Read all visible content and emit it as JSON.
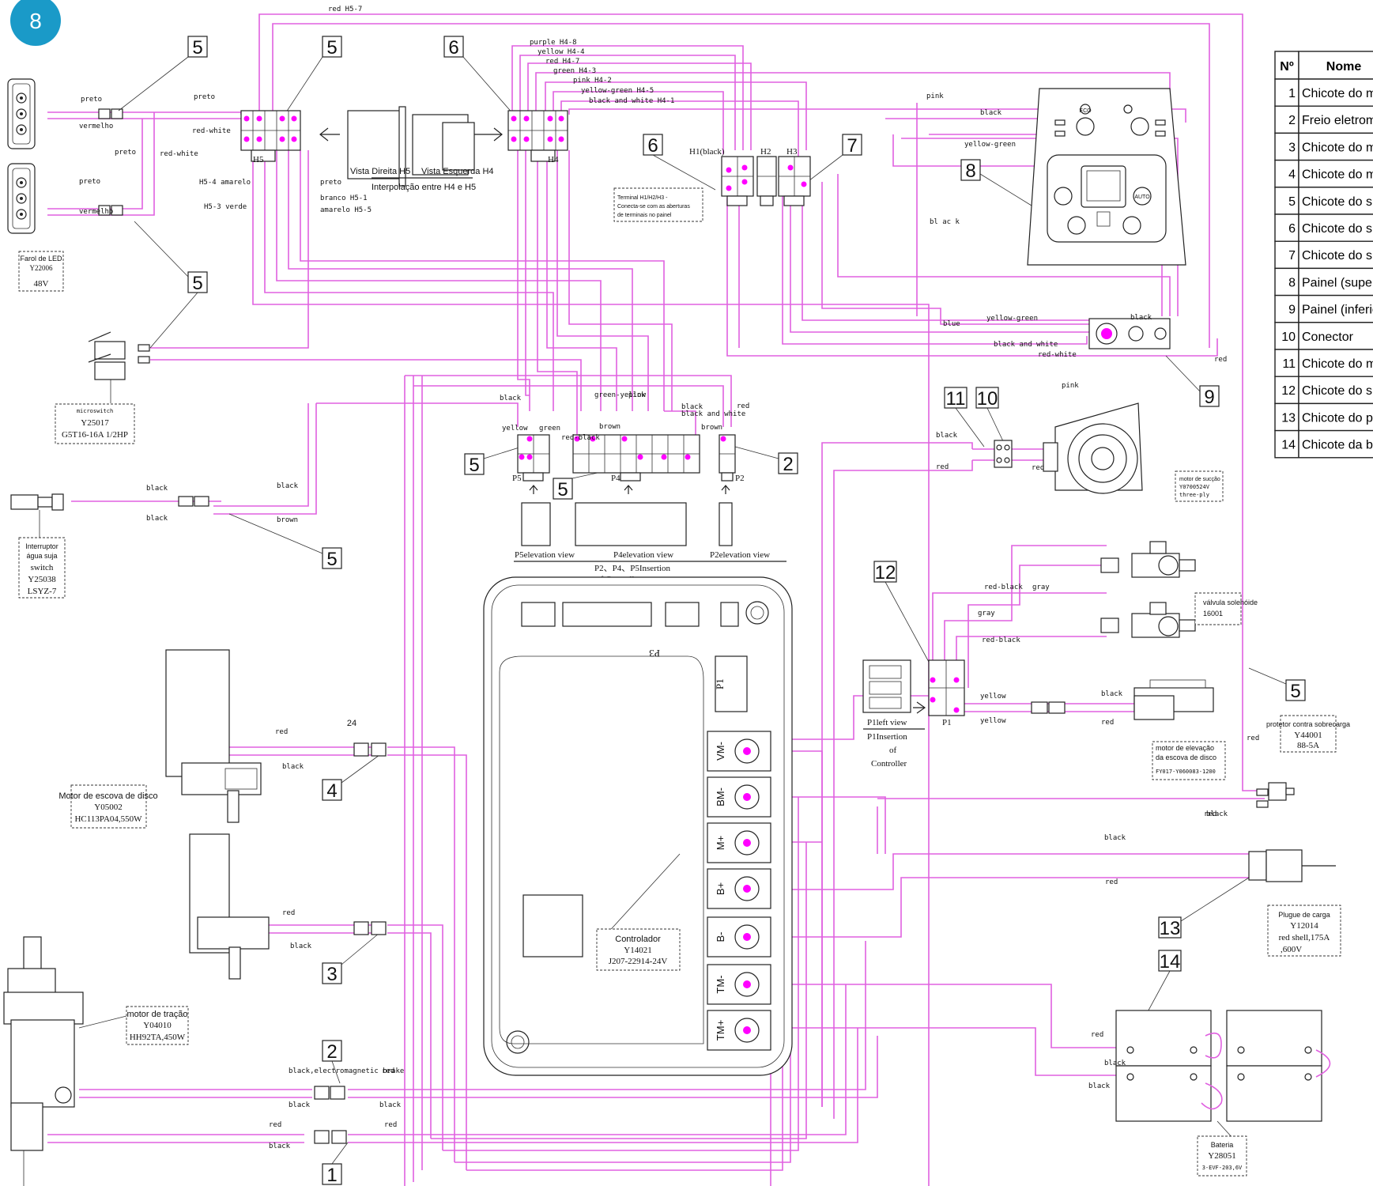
{
  "page_badge": "8",
  "callouts": [
    "5",
    "5",
    "6",
    "5",
    "6",
    "7",
    "8",
    "5",
    "5",
    "5",
    "11",
    "10",
    "9",
    "2",
    "12",
    "24",
    "4",
    "3",
    "2",
    "1",
    "5",
    "13",
    "14"
  ],
  "connectors": {
    "H5": "H5",
    "H4": "H4",
    "H1": "H1(black)",
    "H2": "H2",
    "H3": "H3",
    "P5": "P5",
    "P4": "P4",
    "P2": "P2",
    "P1": "P1",
    "P3": "P3"
  },
  "views": {
    "right": "Vista Direita H5",
    "left": "Vista Esquerda H4",
    "interp": "Interpolação entre H4 e H5",
    "p5elev": "P5elevation view",
    "p4elev": "P4elevation view",
    "p2elev": "P2elevation view",
    "insertion_1": "P2、P4、P5Insertion",
    "insertion_2": "of Controller",
    "p1left": "P1left view",
    "p1ins_1": "P1Insertion",
    "p1ins_2": "of",
    "p1ins_3": "Controller"
  },
  "terminal_note": {
    "l1": "Terminal H1/H2/H3 -",
    "l2": "Conecta-se com as aberturas",
    "l3": "de terminais no painel"
  },
  "components": {
    "led": {
      "l1": "Farol de LED",
      "l2": "Y22006",
      "l3": "48V"
    },
    "micro": {
      "l1": "microswitch",
      "l2": "Y25017",
      "l3": "G5T16-16A 1/2HP"
    },
    "dirty": {
      "l1": "Interruptor",
      "l2": "água suja",
      "l3": "switch",
      "l4": "Y25038",
      "l5": "LSYZ-7"
    },
    "brush": {
      "l1": "Motor de escova de disco",
      "l2": "Y05002",
      "l3": "HC113PA04,550W"
    },
    "traction": {
      "l1": "motor de tração",
      "l2": "Y04010",
      "l3": "HH92TA,450W"
    },
    "controller": {
      "l1": "Controlador",
      "l2": "Y14021",
      "l3": "J207-22914-24V"
    },
    "suction": {
      "l1": "motor de sucção",
      "l2": "Y0700524V",
      "l3": "three-ply"
    },
    "valve": {
      "l1": "válvula solenóide",
      "l2": "16001"
    },
    "lift": {
      "l1": "motor de elevação",
      "l2": "da escova de disco",
      "l3": "FY017-Y060083-1200"
    },
    "overload": {
      "l1": "protetor contra sobrecarga",
      "l2": "Y44001",
      "l3": "88-5A"
    },
    "plug": {
      "l1": "Plugue de carga",
      "l2": "Y12014",
      "l3": "red shell,175A",
      "l4": ",600V"
    },
    "battery": {
      "l1": "Bateria",
      "l2": "Y28051",
      "l3": "3-EVF-203,6V"
    }
  },
  "panel": {
    "eco": "ECO",
    "auto": "AUTO"
  },
  "terminals": [
    "VM-",
    "BM-",
    "M+",
    "B+",
    "B-",
    "TM-",
    "TM+"
  ],
  "wire_tags": {
    "t1": "red H5-7",
    "t2": "purple H4-8",
    "t3": "yellow H4-4",
    "t4": "red H4-7",
    "t5": "green H4-3",
    "t6": "pink H4-2",
    "t7": "yellow-green H4-5",
    "t8": "black and white H4-1",
    "t9": "preto",
    "t10": "vermelho",
    "t11": "preto",
    "t12": "red-white",
    "t13": "preto",
    "t14": "red-white",
    "t15": "preto",
    "t16": "vermelho",
    "t17": "H5-4 amarelo",
    "t18": "H5-3 verde",
    "t19": "preto",
    "t20": "branco H5-1",
    "t21": "amarelo H5-5",
    "t22": "pink",
    "t23": "black",
    "t24": "yellow-green",
    "t25": "blue",
    "t26": "yellow-green",
    "t27": "black and white",
    "t28": "red-white",
    "t29": "black",
    "t30": "pink",
    "t31": "red",
    "t32": "black",
    "t33": "green-yellow",
    "t34": "pink",
    "t35": "black and white",
    "t36": "red",
    "t37": "yellow",
    "t38": "green",
    "t39": "red-black",
    "t40": "brown",
    "t41": "brown",
    "t42": "black",
    "t43": "black",
    "t44": "black",
    "t45": "brown",
    "t46": "black",
    "t47": "red",
    "t48": "black",
    "t49": "red",
    "t50": "red-black",
    "t51": "gray",
    "t52": "gray",
    "t53": "red-black",
    "t54": "yellow",
    "t55": "yellow",
    "t56": "black",
    "t57": "red",
    "t58": "red",
    "t59": "black",
    "t60": "red",
    "t61": "black",
    "t62": "red",
    "t63": "black",
    "t64": "black,electromagnetic brake",
    "t65": "red",
    "t66": "black",
    "t67": "black",
    "t68": "red",
    "t69": "red",
    "t70": "black",
    "t71": "red",
    "t72": "black",
    "t73": "black",
    "t74": "red",
    "t75": "red",
    "t76": "black",
    "t77": "bl ac k"
  },
  "table": {
    "header_no": "Nº",
    "header_name": "Nome",
    "rows": [
      {
        "n": "1",
        "name": "Chicote do mot"
      },
      {
        "n": "2",
        "name": "Freio eletroma"
      },
      {
        "n": "3",
        "name": "Chicote do mot"
      },
      {
        "n": "4",
        "name": "Chicote do mot"
      },
      {
        "n": "5",
        "name": "Chicote do sina"
      },
      {
        "n": "6",
        "name": "Chicote do sina"
      },
      {
        "n": "7",
        "name": "Chicote do sina"
      },
      {
        "n": "8",
        "name": "Painel (superio"
      },
      {
        "n": "9",
        "name": "Painel (inferior"
      },
      {
        "n": "10",
        "name": "Conector"
      },
      {
        "n": "11",
        "name": "Chicote do mot"
      },
      {
        "n": "12",
        "name": "Chicote do sina"
      },
      {
        "n": "13",
        "name": "Chicote do plug"
      },
      {
        "n": "14",
        "name": "Chicote da bate"
      }
    ]
  },
  "colors": {
    "wire": "#e060e0",
    "pin": "#ff00ff",
    "badge": "#1a9ac8"
  }
}
